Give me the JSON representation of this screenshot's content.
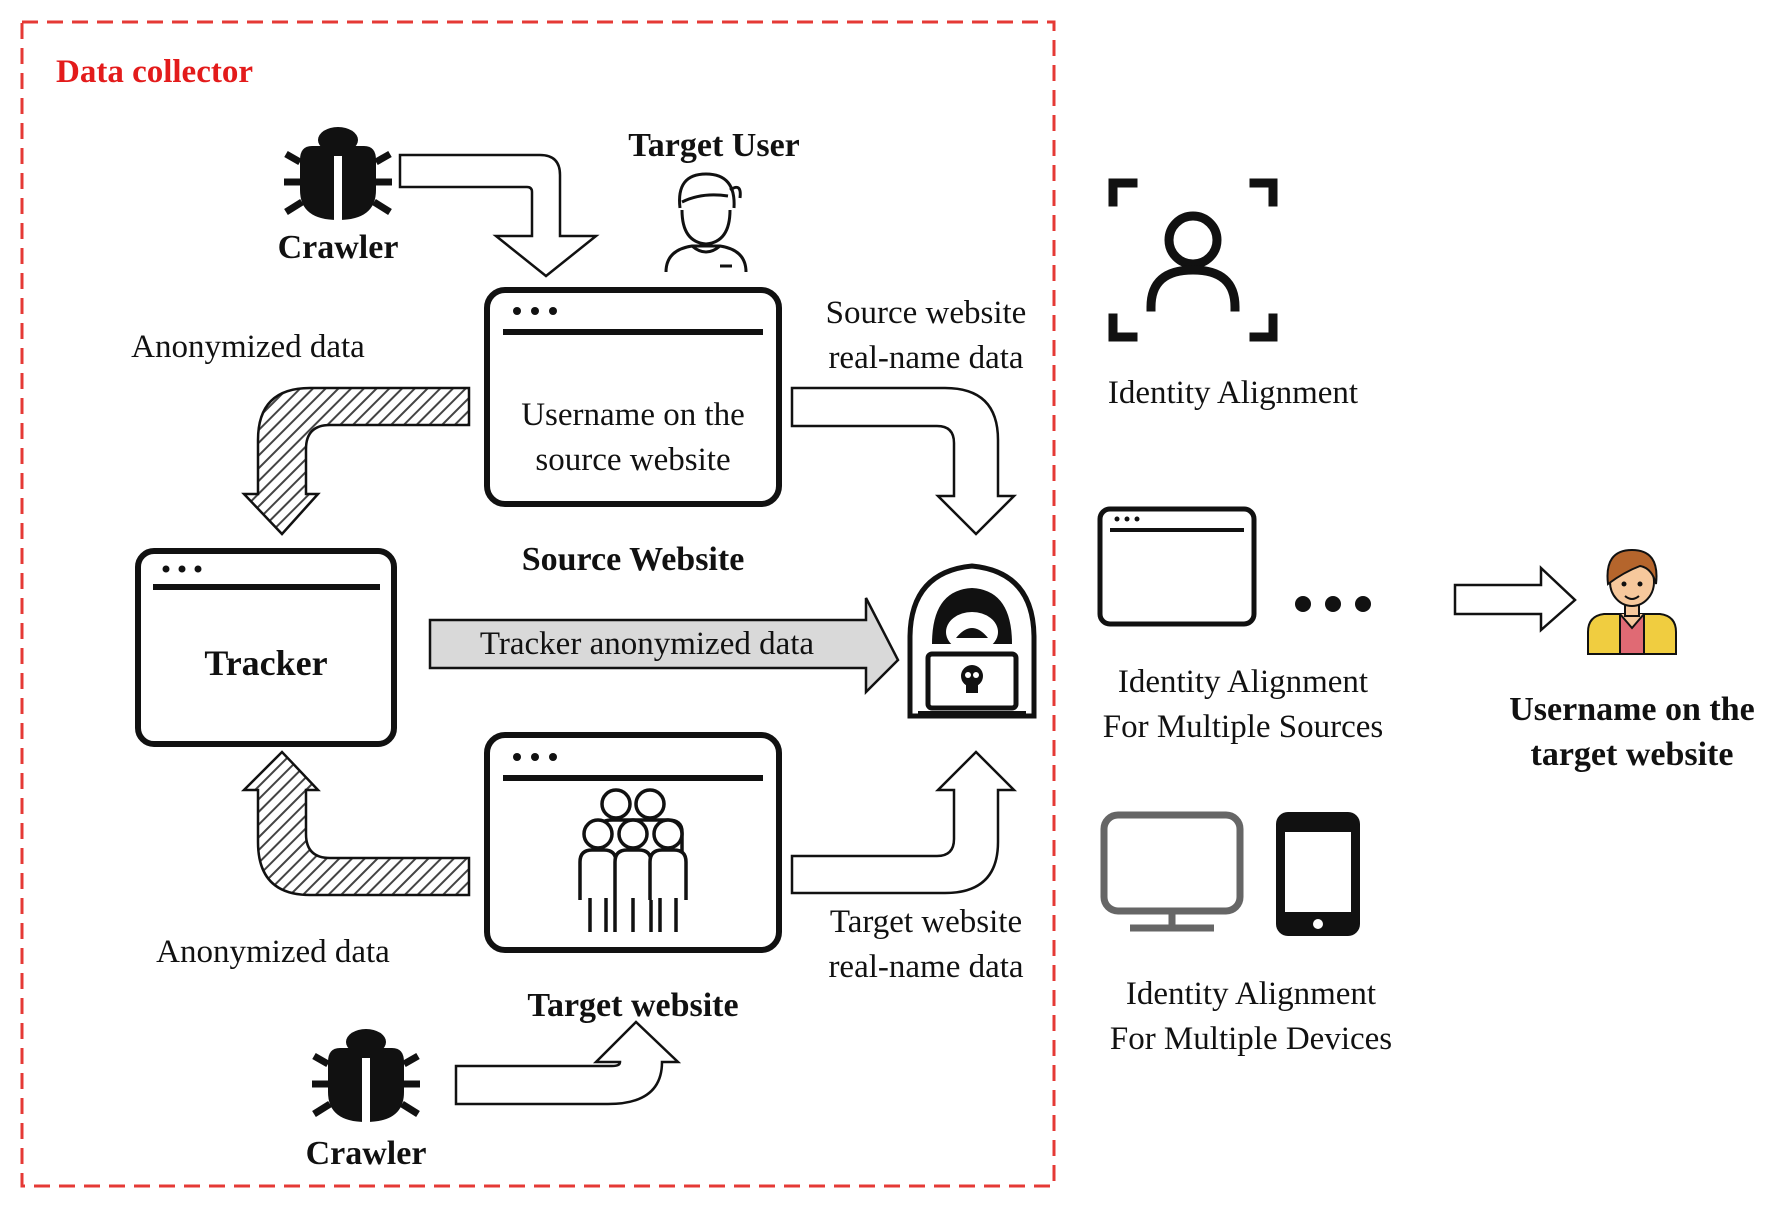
{
  "colors": {
    "collector_border": "#e53935",
    "collector_title": "#e31b1b",
    "ink": "#111111",
    "hatch": "#444444",
    "tracker_arrow_fill": "#d9d9d9",
    "person_skin": "#f6c89c",
    "person_hair": "#b5652c",
    "person_shirt": "#f0cd40",
    "person_inner": "#e06a74"
  },
  "collector": {
    "title": "Data collector"
  },
  "crawler_top": {
    "label": "Crawler",
    "icon": "bug-icon"
  },
  "crawler_bottom": {
    "label": "Crawler",
    "icon": "bug-icon"
  },
  "target_user": {
    "label": "Target User",
    "icon": "user-icon"
  },
  "source_website": {
    "content_line1": "Username on the",
    "content_line2": "source website",
    "label": "Source Website"
  },
  "target_website": {
    "label": "Target website",
    "icon": "group-icon"
  },
  "tracker": {
    "label": "Tracker"
  },
  "arrows": {
    "anonymized_top": "Anonymized data",
    "anonymized_bottom": "Anonymized data",
    "source_realname_line1": "Source website",
    "source_realname_line2": "real-name data",
    "target_realname_line1": "Target website",
    "target_realname_line2": "real-name data",
    "tracker_data": "Tracker anonymized data"
  },
  "attacker": {
    "icon": "hacker-icon"
  },
  "alignment": {
    "identity": {
      "label": "Identity Alignment",
      "icon": "face-scan-icon"
    },
    "multi_sources": {
      "line1": "Identity Alignment",
      "line2": "For Multiple Sources",
      "icon": "browser-window-icon",
      "ellipsis_icon": "ellipsis-icon"
    },
    "multi_devices": {
      "line1": "Identity Alignment",
      "line2": "For Multiple Devices",
      "icons": [
        "monitor-icon",
        "phone-icon"
      ]
    }
  },
  "result": {
    "line1": "Username on the",
    "line2": "target website",
    "icon": "person-avatar-icon"
  }
}
